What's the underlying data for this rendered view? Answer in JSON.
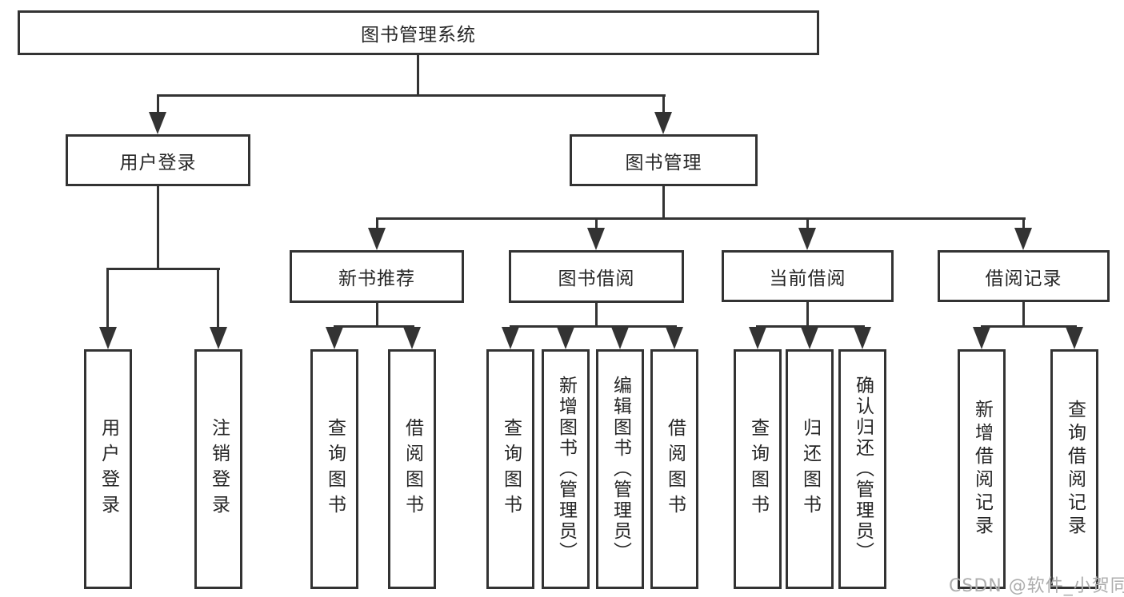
{
  "diagram_title": "图书管理系统",
  "nodes": {
    "root": "图书管理系统",
    "user_login": "用户登录",
    "book_management": "图书管理",
    "new_book_recommend": "新书推荐",
    "book_borrowing": "图书借阅",
    "current_borrowing": "当前借阅",
    "borrowing_records": "借阅记录",
    "user_login_leaf": "用户登录",
    "logout_leaf": "注销登录",
    "nbr_query_books": "查询图书",
    "nbr_borrow_books": "借阅图书",
    "bb_query_books": "查询图书",
    "bb_add_books_admin": "新增图书（管理员）",
    "bb_edit_books_admin": "编辑图书（管理员）",
    "bb_borrow_books": "借阅图书",
    "cb_query_books": "查询图书",
    "cb_return_books": "归还图书",
    "cb_confirm_return_admin": "确认归还（管理员）",
    "br_add_record": "新增借阅记录",
    "br_query_record": "查询借阅记录"
  },
  "hierarchy": {
    "图书管理系统": {
      "用户登录": [
        "用户登录",
        "注销登录"
      ],
      "图书管理": {
        "新书推荐": [
          "查询图书",
          "借阅图书"
        ],
        "图书借阅": [
          "查询图书",
          "新增图书（管理员）",
          "编辑图书（管理员）",
          "借阅图书"
        ],
        "当前借阅": [
          "查询图书",
          "归还图书",
          "确认归还（管理员）"
        ],
        "借阅记录": [
          "新增借阅记录",
          "查询借阅记录"
        ]
      }
    }
  },
  "watermark": "CSDN @软件_小贺同学",
  "colors": {
    "line": "#333333",
    "text": "#262626",
    "background": "#ffffff",
    "watermark_text": "#adadad"
  }
}
